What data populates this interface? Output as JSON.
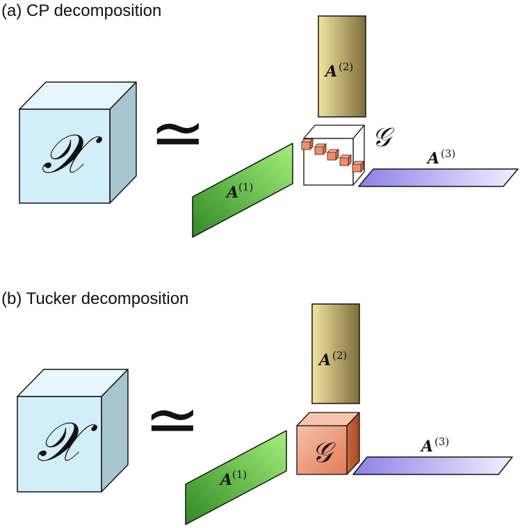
{
  "panels": {
    "a": {
      "title": "(a) CP decomposition"
    },
    "b": {
      "title": "(b) Tucker decomposition"
    }
  },
  "symbols": {
    "tensor": "𝒳",
    "approx": "≃",
    "core": "𝒢",
    "factor_base": "A",
    "factor1_sup": "(1)",
    "factor2_sup": "(2)",
    "factor3_sup": "(3)"
  },
  "colors": {
    "cube_front": "#d2eef8",
    "cube_top": "#e6f6fc",
    "cube_side": "#a7c6d0",
    "factor1": "#5cb748",
    "factor2": "#c9b45a",
    "factor3": "#b7b0ef",
    "core_diag": "#ef8f6e",
    "core_tucker": "#e98a64"
  }
}
